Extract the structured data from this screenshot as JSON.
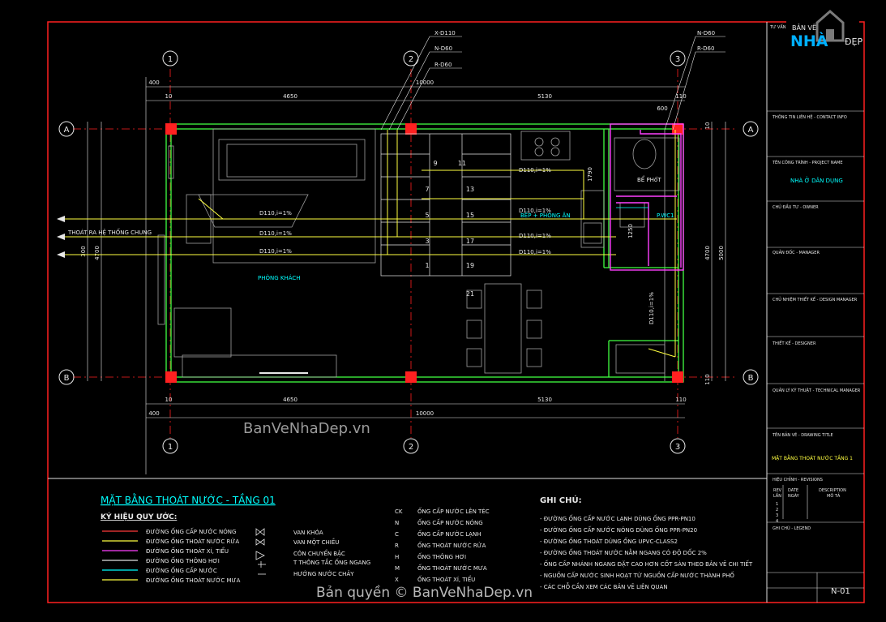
{
  "plan": {
    "grid_cols": [
      "1",
      "2",
      "3"
    ],
    "grid_rows": [
      "A",
      "B"
    ],
    "dim_top": [
      "400",
      "10",
      "4650",
      "5130",
      "600",
      "110",
      "10000"
    ],
    "dim_bottom": [
      "10",
      "4650",
      "5130",
      "110",
      "400",
      "10000"
    ],
    "dim_left": [
      "300",
      "4700"
    ],
    "dim_right": [
      "10",
      "4700",
      "5000",
      "110",
      "1790",
      "1250"
    ],
    "riser_left": [
      "X-D110",
      "N-D60",
      "R-D60"
    ],
    "riser_right": [
      "N-D60",
      "R-D60"
    ],
    "room_living": "PHÒNG KHÁCH",
    "room_kitchen": "BẾP + PHÒNG ĂN",
    "room_wc": "P.WC1",
    "room_septic": "BỂ PHốT",
    "outlet_label": "THOÁT RA HỆ THỐNG CHUNG",
    "pipe_labels": [
      "D110,i=1%",
      "D110,i=1%",
      "D110,i=1%",
      "D110,i=1%",
      "D110,i=1%",
      "D110,i=1%",
      "D110,i=1%"
    ],
    "pipe_vertical_label": "D110,i=1%",
    "stair_numbers": [
      "9",
      "11",
      "7",
      "13",
      "5",
      "15",
      "3",
      "17",
      "1",
      "19",
      "21"
    ],
    "watermark_mid": "BanVeNhaDep.vn",
    "watermark_bottom": "Bản quyền © BanVeNhaDep.vn"
  },
  "legend": {
    "title": "MẶT BẰNG THOÁT NƯỚC - TẦNG 01",
    "symbols_title": "KÝ HIỆU QUY ƯỚC:",
    "lines": [
      {
        "label": "ĐƯỜNG ỐNG CẤP NƯỚC NÓNG",
        "color": "#ff3b3b"
      },
      {
        "label": "ĐƯỜNG ỐNG THOÁT NƯỚC RỬA",
        "color": "#ffff40"
      },
      {
        "label": "ĐƯỜNG ỐNG THOÁT XÍ, TIỂU",
        "color": "#ff40ff"
      },
      {
        "label": "ĐƯỜNG ỐNG THÔNG HƠI",
        "color": "#e0e0e0"
      },
      {
        "label": "ĐƯỜNG ỐNG CẤP NƯỚC",
        "color": "#00ffff"
      },
      {
        "label": "ĐƯỜNG ỐNG THOÁT NƯỚC MƯA",
        "color": "#ffff40"
      }
    ],
    "valves": [
      "VAN KHÓA",
      "VAN MỘT CHIỀU",
      "CÔN CHUYỂN BẬC",
      "T THÔNG TẮC ỐNG NGANG",
      "HƯỚNG NƯỚC CHẢY"
    ],
    "codes": [
      {
        "code": "CK",
        "desc": "ỐNG CẤP NƯỚC LÊN TÉC"
      },
      {
        "code": "N",
        "desc": "ỐNG CẤP NƯỚC NÓNG"
      },
      {
        "code": "C",
        "desc": "ỐNG CẤP NƯỚC LẠNH"
      },
      {
        "code": "R",
        "desc": "ỐNG THOÁT NƯỚC RỬA"
      },
      {
        "code": "H",
        "desc": "ỐNG THÔNG HƠI"
      },
      {
        "code": "M",
        "desc": "ỐNG THOÁT NƯỚC MƯA"
      },
      {
        "code": "X",
        "desc": "ỐNG THOÁT XÍ, TIỂU"
      }
    ],
    "notes_title": "GHI CHÚ:",
    "notes": [
      "- ĐƯỜNG ỐNG CẤP NƯỚC LẠNH DÙNG ỐNG PPR-PN10",
      "- ĐƯỜNG ỐNG CẤP NƯỚC NÓNG DÙNG ỐNG PPR-PN20",
      "- ĐƯỜNG ỐNG THOÁT DÙNG ỐNG UPVC-CLASS2",
      "- ĐƯỜNG ỐNG THOÁT NƯỚC NẰM NGANG CÓ ĐỘ DỐC 2%",
      "- ỐNG CẤP NHÁNH NGANG ĐẶT CAO HƠN CỐT SÀN THEO BẢN VẼ CHI TIẾT",
      "- NGUỒN CẤP NƯỚC SINH HOẠT TỪ NGUỒN CẤP NƯỚC THÀNH PHỐ",
      "- CÁC CHỖ CẦN XEM CÁC BẢN VẼ LIÊN QUAN"
    ]
  },
  "titleblock": {
    "logo_small": "BẢN VẼ",
    "logo_big": "NHÀ",
    "logo_side": "ĐẸP",
    "top_label": "TƯ VẤN",
    "contact": "THÔNG TIN LIÊN HỆ - CONTACT INFO",
    "project_label": "TÊN CÔNG TRÌNH - PROJECT NAME",
    "project_name": "NHÀ Ở DÂN DỤNG",
    "owner": "CHỦ ĐẦU TƯ - OWNER",
    "manager": "QUẢN ĐỐC - MANAGER",
    "design_manager": "CHỦ NHIỆM THIẾT KẾ - DESIGN MANAGER",
    "designer": "THIẾT KẾ - DESIGNER",
    "tech_manager": "QUẢN LÝ KỸ THUẬT - TECHNICAL MANAGER",
    "drawing_title_label": "TÊN BẢN VẼ - DRAWING TITLE",
    "drawing_title": "MẶT BẰNG THOÁT NƯỚC TẦNG 1",
    "revisions_label": "HIỆU CHỈNH - REVISIONS",
    "rev_headers": [
      "REV",
      "DATE",
      "DESCRIPTION"
    ],
    "rev_sub": [
      "LẦN",
      "NGÀY",
      "MÔ TẢ"
    ],
    "rev_rows": [
      "1",
      "2",
      "3",
      "4"
    ],
    "legend_label": "GHI CHÚ - LEGEND",
    "sheet": "N-01"
  },
  "colors": {
    "frame": "#ff2020",
    "wall": "#40ff40",
    "pipe_wc": "#ff40ff",
    "pipe_drain": "#ffff40",
    "cyan": "#00ffff",
    "grid": "#ff2020",
    "white": "#e8e8e8"
  }
}
